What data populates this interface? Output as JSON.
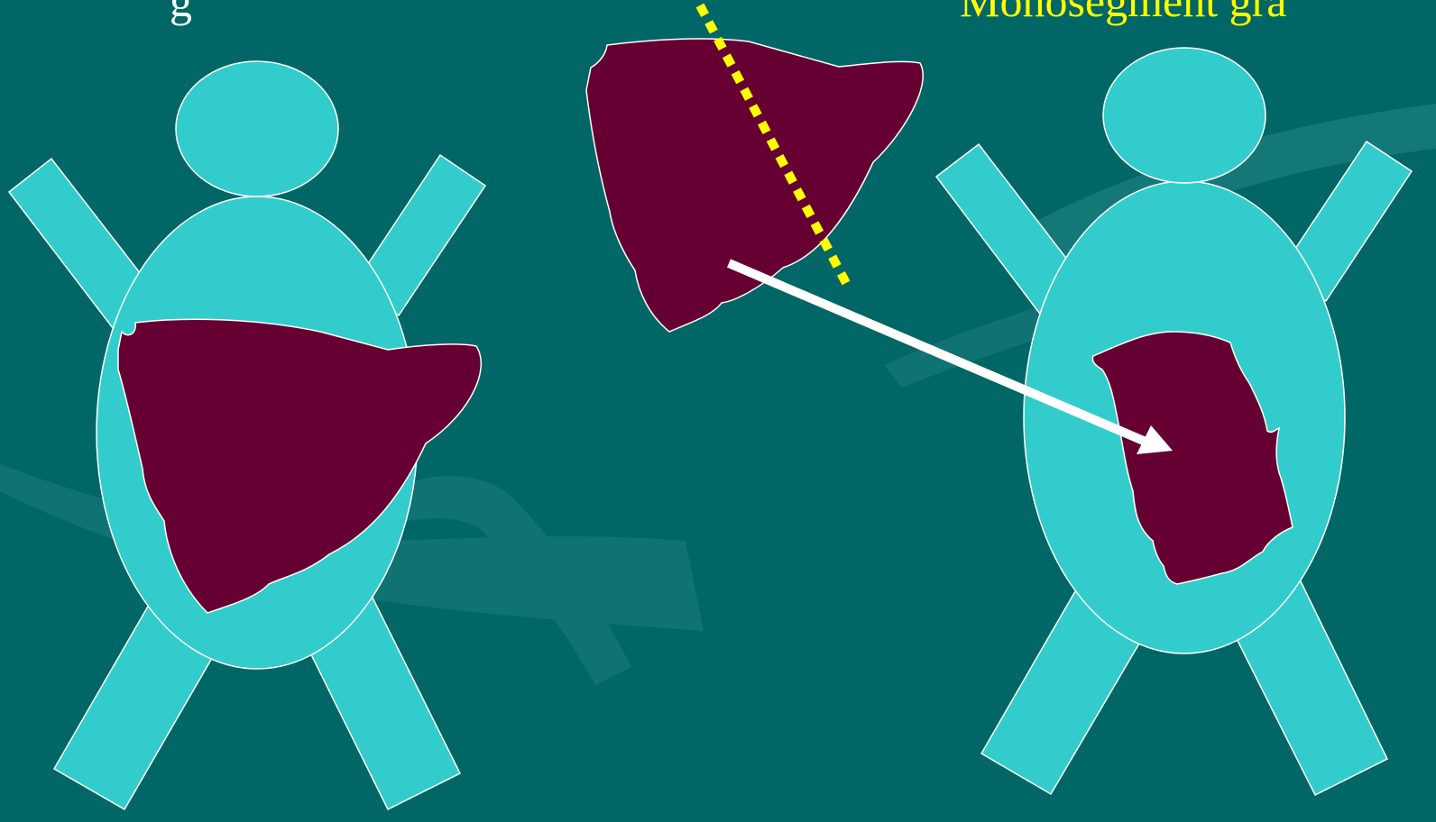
{
  "slide": {
    "title_left": "g",
    "title_right": "Monosegment gra"
  },
  "colors": {
    "background": "#006666",
    "figure_fill": "#33CCCC",
    "organ_fill": "#660033",
    "outline": "#FFFFFF",
    "cut_line": "#FFFF00",
    "arrow": "#FFFFFF",
    "title_left_color": "#FFFFFF",
    "title_right_color": "#FFFF00",
    "decor_streak": "#2E8A8A"
  },
  "icons": {
    "donor_figure": "person-silhouette-icon",
    "recipient_figure": "person-silhouette-icon",
    "whole_liver": "liver-icon",
    "graft": "liver-segment-icon",
    "cut_line": "dotted-cut-line",
    "transfer_arrow": "arrow-right-down-icon"
  }
}
